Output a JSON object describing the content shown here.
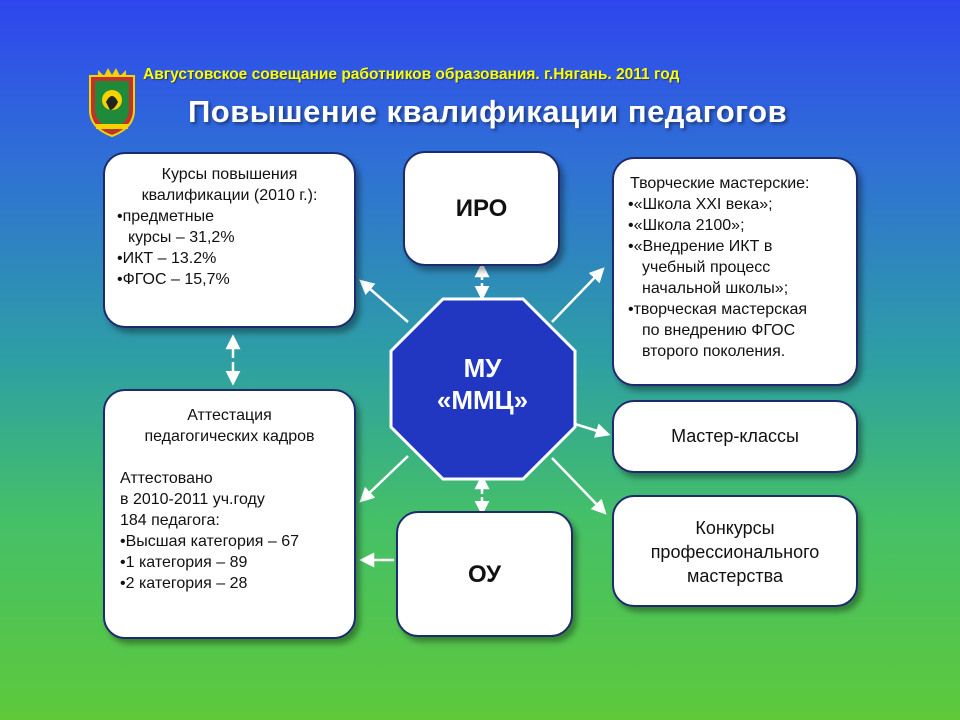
{
  "header": {
    "subtitle": "Августовское совещание работников образования. г.Нягань. 2011 год",
    "title": "Повышение  квалификации  педагогов"
  },
  "center": {
    "line1": "МУ",
    "line2": "«ММЦ»"
  },
  "iro": {
    "label": "ИРО"
  },
  "ou": {
    "label": "ОУ"
  },
  "courses": {
    "line1": "Курсы повышения",
    "line2": "квалификации  (2010 г.):",
    "line3": "•предметные",
    "line4": "курсы – 31,2%",
    "line5": "•ИКТ – 13.2%",
    "line6": "•ФГОС – 15,7%"
  },
  "attestation": {
    "line1": "Аттестация",
    "line2": "педагогических кадров",
    "line3": "Аттестовано",
    "line4": "в 2010-2011 уч.году",
    "line5": "184 педагога:",
    "line6": "•Высшая категория – 67",
    "line7": "•1 категория – 89",
    "line8": "•2 категория – 28"
  },
  "workshops": {
    "line1": "Творческие мастерские:",
    "line2": "•«Школа XXI века»;",
    "line3": "•«Школа 2100»;",
    "line4": "•«Внедрение ИКТ в",
    "line5": "учебный процесс",
    "line6": "начальной школы»;",
    "line7": "•творческая мастерская",
    "line8": "по внедрению ФГОС",
    "line9": "второго поколения."
  },
  "masterclasses": {
    "label": "Мастер-классы"
  },
  "contests": {
    "line1": "Конкурсы",
    "line2": "профессионального",
    "line3": "мастерства"
  },
  "colors": {
    "title": "#ffffff",
    "subtitle": "#ffff00",
    "box_fill": "#ffffff",
    "box_border": "#1e2a6e",
    "octagon_fill": "#2137c2",
    "arrow": "#ffffff"
  },
  "icons": {
    "emblem": "coat-of-arms-icon"
  }
}
